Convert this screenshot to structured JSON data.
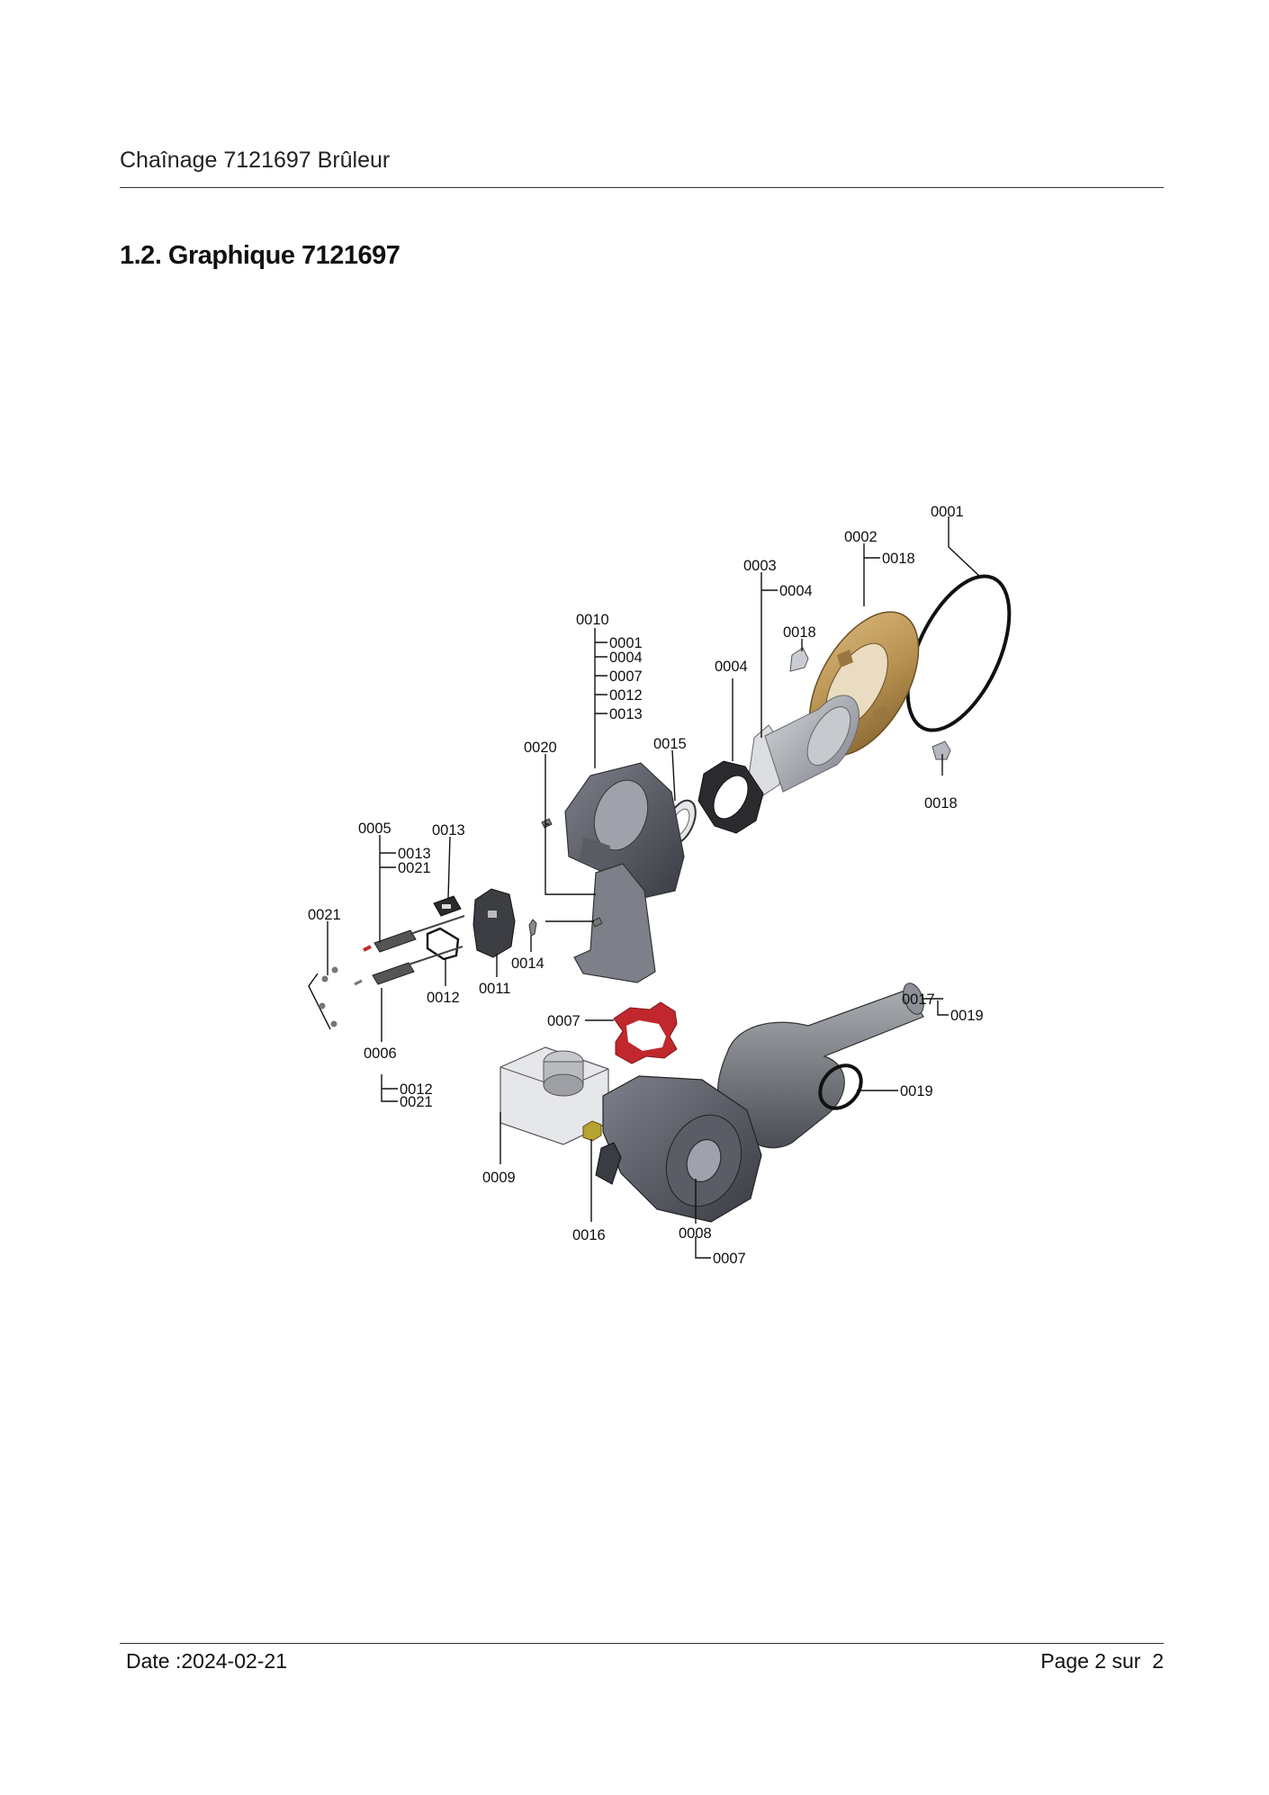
{
  "header": {
    "title": "Chaînage 7121697 Brûleur"
  },
  "section": {
    "heading": "1.2. Graphique 7121697"
  },
  "diagram": {
    "part_0001": "0001",
    "part_0002": "0002",
    "part_0002_sub_0018": "0018",
    "part_0003": "0003",
    "part_0003_sub_0004": "0004",
    "part_0018_clip_top": "0018",
    "part_0018_clip_bottom": "0018",
    "part_0004": "0004",
    "part_0015": "0015",
    "part_0010": "0010",
    "part_0010_sub_0001": "0001",
    "part_0010_sub_0004": "0004",
    "part_0010_sub_0007": "0007",
    "part_0010_sub_0012": "0012",
    "part_0010_sub_0013": "0013",
    "part_0020": "0020",
    "part_0005": "0005",
    "part_0005_sub_0013": "0013",
    "part_0005_sub_0021": "0021",
    "part_0013": "0013",
    "part_0021": "0021",
    "part_0014": "0014",
    "part_0012": "0012",
    "part_0011": "0011",
    "part_0006": "0006",
    "part_0006_sub_0012": "0012",
    "part_0006_sub_0021": "0021",
    "part_0007": "0007",
    "part_0017": "0017",
    "part_0017_sub_0019": "0019",
    "part_0019": "0019",
    "part_0009": "0009",
    "part_0016": "0016",
    "part_0008": "0008",
    "part_0008_sub_0007": "0007"
  },
  "footer": {
    "date": "Date :2024-02-21",
    "page": "Page 2 sur  2"
  },
  "colors": {
    "gasket_red": "#c0282d",
    "ring_bronze": "#b89150",
    "part_grey": "#8a8d93",
    "fan_dark": "#4a4c55",
    "ink": "#111111"
  }
}
